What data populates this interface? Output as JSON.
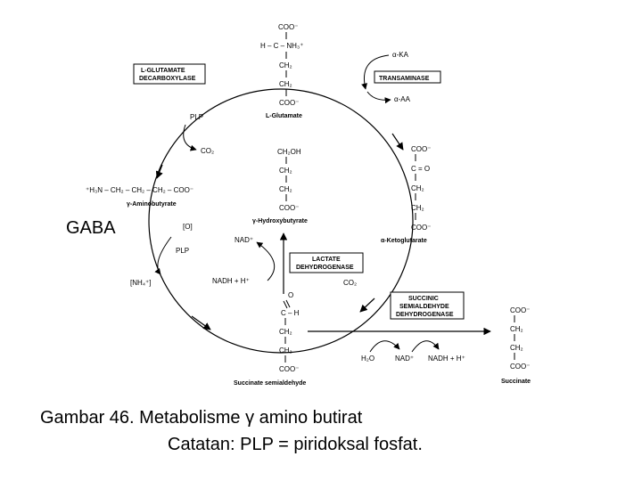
{
  "diagram": {
    "glutamate": {
      "c1": "COO⁻",
      "c2": "H – C – NH₃⁺",
      "c3": "CH₂",
      "c4": "CH₂",
      "c5": "COO⁻",
      "name": "L-Glutamate"
    },
    "gaba": {
      "formula": "⁺H₃N – CH₂ – CH₂ – CH₂ – COO⁻",
      "name": "γ-Aminobutyrate",
      "label": "GABA"
    },
    "hydroxybutyrate": {
      "c1": "CH₂OH",
      "c2": "CH₂",
      "c3": "CH₂",
      "c4": "COO⁻",
      "name": "γ-Hydroxybutyrate"
    },
    "ketoglutarate": {
      "c1": "COO⁻",
      "c2": "C = O",
      "c3": "CH₂",
      "c4": "CH₂",
      "c5": "COO⁻",
      "name": "α-Ketoglutarate"
    },
    "semialdehyde": {
      "c0": "O",
      "c1": "C – H",
      "c2": "CH₂",
      "c3": "CH₂",
      "c4": "COO⁻",
      "name": "Succinate semialdehyde"
    },
    "succinate": {
      "c1": "COO⁻",
      "c2": "CH₂",
      "c3": "CH₂",
      "c4": "COO⁻",
      "name": "Succinate"
    },
    "enzymes": {
      "decarboxylase_1": "L-GLUTAMATE",
      "decarboxylase_2": "DECARBOXYLASE",
      "transaminase": "TRANSAMINASE",
      "lactate_dh_1": "LACTATE",
      "lactate_dh_2": "DEHYDROGENASE",
      "ssadh_1": "SUCCINIC",
      "ssadh_2": "SEMIALDEHYDE",
      "ssadh_2b": "DEHYDROGENASE"
    },
    "cofactors": {
      "plp_top": "PLP",
      "co2_top": "CO₂",
      "o_bracket": "[O]",
      "plp_bottom": "PLP",
      "nh4": "[NH₄⁺]",
      "aka": "α-KA",
      "aaa": "α-AA",
      "nad_plus": "NAD⁺",
      "nadh": "NADH + H⁺",
      "co2_mid": "CO₂",
      "h2o": "H₂O",
      "nad_plus_2": "NAD⁺",
      "nadh_2": "NADH + H⁺"
    }
  },
  "caption": {
    "line1": "Gambar 46. Metabolisme γ amino butirat",
    "line2": "Catatan: PLP = piridoksal fosfat."
  }
}
